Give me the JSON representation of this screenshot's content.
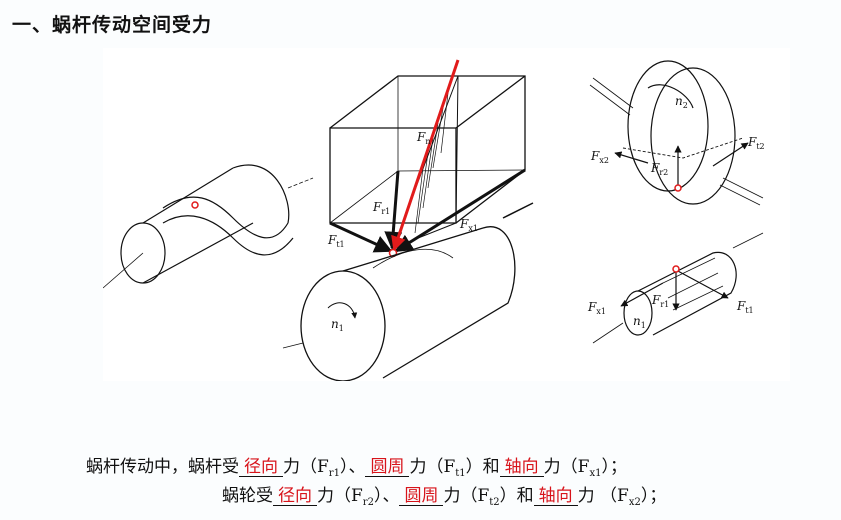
{
  "title": "一、蜗杆传动空间受力",
  "figure": {
    "labels": {
      "Fn": "F",
      "Fn_sub": "n",
      "Fr1": "F",
      "Fr1_sub": "r1",
      "Fx1": "F",
      "Fx1_sub": "x1",
      "Ft1": "F",
      "Ft1_sub": "t1",
      "n1": "n",
      "n1_sub": "1",
      "n2": "n",
      "n2_sub": "2",
      "Fx2": "F",
      "Fx2_sub": "x2",
      "Ft2": "F",
      "Ft2_sub": "t2",
      "Fr2": "F",
      "Fr2_sub": "r2",
      "Fr1_b": "F",
      "Fr1_b_sub": "r1",
      "Fx1_b": "F",
      "Fx1_b_sub": "x1",
      "Ft1_b": "F",
      "Ft1_b_sub": "t1",
      "n1_b": "n",
      "n1_b_sub": "1"
    },
    "colors": {
      "force_arrow": "#e11b1b",
      "contact_point": "#e11b1b",
      "lines": "#111111"
    }
  },
  "lines": {
    "line1": {
      "prefix": "蜗杆传动中，蜗杆受",
      "b1": "径向",
      "t1": "力（F",
      "s1": "r1",
      "e1": "）、",
      "b2": "圆周",
      "t2": "力（F",
      "s2": "t1",
      "e2": "）和",
      "b3": "轴向",
      "t3": "力（F",
      "s3": "x1",
      "e3": "）；"
    },
    "line2": {
      "prefix": "蜗轮受",
      "b1": "径向",
      "t1": "力（F",
      "s1": "r2",
      "e1": "）、",
      "b2": "圆周",
      "t2": "力（F",
      "s2": "t2",
      "e2": "）和",
      "b3": "轴向",
      "t3": "力 （F",
      "s3": "x2",
      "e3": "）；"
    }
  }
}
